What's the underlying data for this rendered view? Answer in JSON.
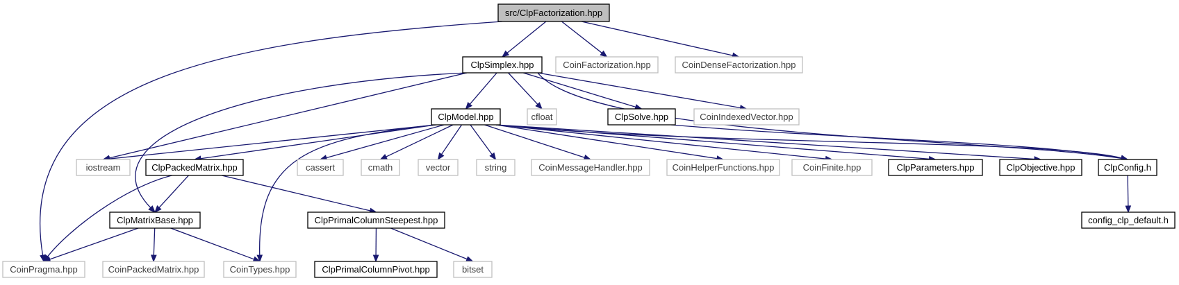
{
  "colors": {
    "edge": "#191970",
    "root_fill": "#bfbfbf",
    "root_border": "#000000",
    "documented_border": "#000000",
    "external_border": "#bfbfbf",
    "node_fill": "#ffffff",
    "text": "#000000",
    "external_text": "#404040"
  },
  "nodes": [
    {
      "id": "root",
      "label": "src/ClpFactorization.hpp",
      "kind": "root"
    },
    {
      "id": "ClpSimplex",
      "label": "ClpSimplex.hpp",
      "kind": "documented"
    },
    {
      "id": "CoinFactorization",
      "label": "CoinFactorization.hpp",
      "kind": "external"
    },
    {
      "id": "CoinDenseFactorization",
      "label": "CoinDenseFactorization.hpp",
      "kind": "external"
    },
    {
      "id": "ClpModel",
      "label": "ClpModel.hpp",
      "kind": "documented"
    },
    {
      "id": "cfloat",
      "label": "cfloat",
      "kind": "external"
    },
    {
      "id": "ClpSolve",
      "label": "ClpSolve.hpp",
      "kind": "documented"
    },
    {
      "id": "CoinIndexedVector",
      "label": "CoinIndexedVector.hpp",
      "kind": "external"
    },
    {
      "id": "iostream",
      "label": "iostream",
      "kind": "external"
    },
    {
      "id": "ClpPackedMatrix",
      "label": "ClpPackedMatrix.hpp",
      "kind": "documented"
    },
    {
      "id": "cassert",
      "label": "cassert",
      "kind": "external"
    },
    {
      "id": "cmath",
      "label": "cmath",
      "kind": "external"
    },
    {
      "id": "vector",
      "label": "vector",
      "kind": "external"
    },
    {
      "id": "string",
      "label": "string",
      "kind": "external"
    },
    {
      "id": "CoinMessageHandler",
      "label": "CoinMessageHandler.hpp",
      "kind": "external"
    },
    {
      "id": "CoinHelperFunctions",
      "label": "CoinHelperFunctions.hpp",
      "kind": "external"
    },
    {
      "id": "CoinFinite",
      "label": "CoinFinite.hpp",
      "kind": "external"
    },
    {
      "id": "ClpParameters",
      "label": "ClpParameters.hpp",
      "kind": "documented"
    },
    {
      "id": "ClpObjective",
      "label": "ClpObjective.hpp",
      "kind": "documented"
    },
    {
      "id": "ClpConfig",
      "label": "ClpConfig.h",
      "kind": "documented"
    },
    {
      "id": "ClpMatrixBase",
      "label": "ClpMatrixBase.hpp",
      "kind": "documented"
    },
    {
      "id": "ClpPrimalColumnSteepest",
      "label": "ClpPrimalColumnSteepest.hpp",
      "kind": "documented"
    },
    {
      "id": "config_clp_default",
      "label": "config_clp_default.h",
      "kind": "documented"
    },
    {
      "id": "CoinPragma",
      "label": "CoinPragma.hpp",
      "kind": "external"
    },
    {
      "id": "CoinPackedMatrix",
      "label": "CoinPackedMatrix.hpp",
      "kind": "external"
    },
    {
      "id": "CoinTypes",
      "label": "CoinTypes.hpp",
      "kind": "external"
    },
    {
      "id": "ClpPrimalColumnPivot",
      "label": "ClpPrimalColumnPivot.hpp",
      "kind": "documented"
    },
    {
      "id": "bitset",
      "label": "bitset",
      "kind": "external"
    }
  ],
  "edges": [
    [
      "root",
      "ClpSimplex"
    ],
    [
      "root",
      "CoinFactorization"
    ],
    [
      "root",
      "CoinDenseFactorization"
    ],
    [
      "root",
      "CoinPragma"
    ],
    [
      "ClpSimplex",
      "ClpModel"
    ],
    [
      "ClpSimplex",
      "cfloat"
    ],
    [
      "ClpSimplex",
      "ClpSolve"
    ],
    [
      "ClpSimplex",
      "CoinIndexedVector"
    ],
    [
      "ClpSimplex",
      "iostream"
    ],
    [
      "ClpSimplex",
      "ClpMatrixBase"
    ],
    [
      "ClpSimplex",
      "ClpConfig"
    ],
    [
      "ClpModel",
      "iostream"
    ],
    [
      "ClpModel",
      "ClpPackedMatrix"
    ],
    [
      "ClpModel",
      "cassert"
    ],
    [
      "ClpModel",
      "cmath"
    ],
    [
      "ClpModel",
      "vector"
    ],
    [
      "ClpModel",
      "string"
    ],
    [
      "ClpModel",
      "CoinMessageHandler"
    ],
    [
      "ClpModel",
      "CoinHelperFunctions"
    ],
    [
      "ClpModel",
      "CoinFinite"
    ],
    [
      "ClpModel",
      "ClpParameters"
    ],
    [
      "ClpModel",
      "ClpObjective"
    ],
    [
      "ClpModel",
      "ClpConfig"
    ],
    [
      "ClpModel",
      "CoinTypes"
    ],
    [
      "ClpSolve",
      "ClpConfig"
    ],
    [
      "ClpPackedMatrix",
      "ClpMatrixBase"
    ],
    [
      "ClpPackedMatrix",
      "ClpPrimalColumnSteepest"
    ],
    [
      "ClpPackedMatrix",
      "CoinPragma"
    ],
    [
      "ClpMatrixBase",
      "CoinPragma"
    ],
    [
      "ClpMatrixBase",
      "CoinPackedMatrix"
    ],
    [
      "ClpMatrixBase",
      "CoinTypes"
    ],
    [
      "ClpPrimalColumnSteepest",
      "ClpPrimalColumnPivot"
    ],
    [
      "ClpPrimalColumnSteepest",
      "bitset"
    ],
    [
      "ClpConfig",
      "config_clp_default"
    ]
  ]
}
